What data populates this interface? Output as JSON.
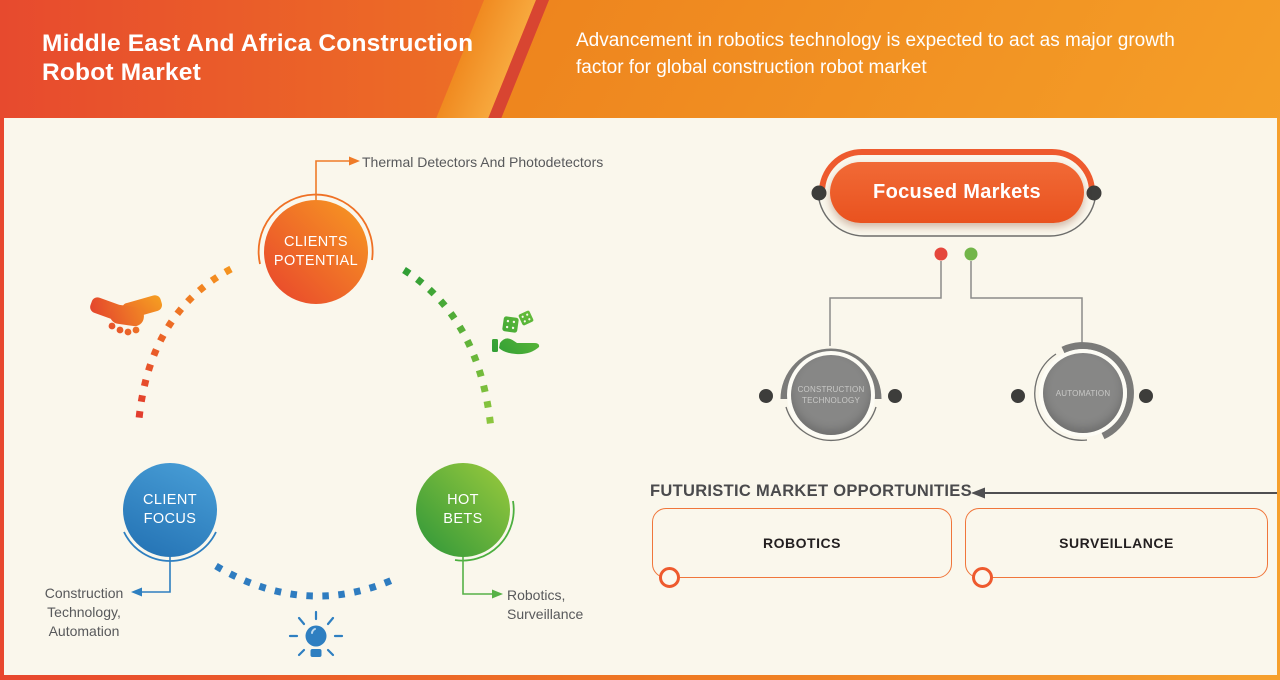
{
  "header": {
    "title": "Middle East And Africa Construction\nRobot Market",
    "subtitle": "Advancement in robotics technology is expected to act as major growth factor for global construction robot market"
  },
  "cycle": {
    "clients_potential": {
      "label": "CLIENTS\nPOTENTIAL",
      "callout": "Thermal Detectors And Photodetectors"
    },
    "client_focus": {
      "label": "CLIENT\nFOCUS",
      "callout": "Construction\nTechnology,\nAutomation"
    },
    "hot_bets": {
      "label": "HOT\nBETS",
      "callout": "Robotics,\nSurveillance"
    },
    "icons": [
      "handshake-icon",
      "dice-hand-icon",
      "lightbulb-icon"
    ]
  },
  "focused": {
    "title": "Focused Markets",
    "nodes": [
      {
        "label": "CONSTRUCTION\nTECHNOLOGY"
      },
      {
        "label": "AUTOMATION"
      }
    ]
  },
  "opportunities": {
    "heading": "FUTURISTIC MARKET OPPORTUNITIES",
    "items": [
      "ROBOTICS",
      "SURVEILLANCE"
    ]
  },
  "colors": {
    "accent_orange": "#ee5a2e",
    "header_red": "#e8472e",
    "header_orange": "#f5a028",
    "blue": "#2e7fc1",
    "green": "#72b549",
    "red_dot": "#e5473c",
    "gray_node": "#878786",
    "text_gray": "#58595b"
  }
}
